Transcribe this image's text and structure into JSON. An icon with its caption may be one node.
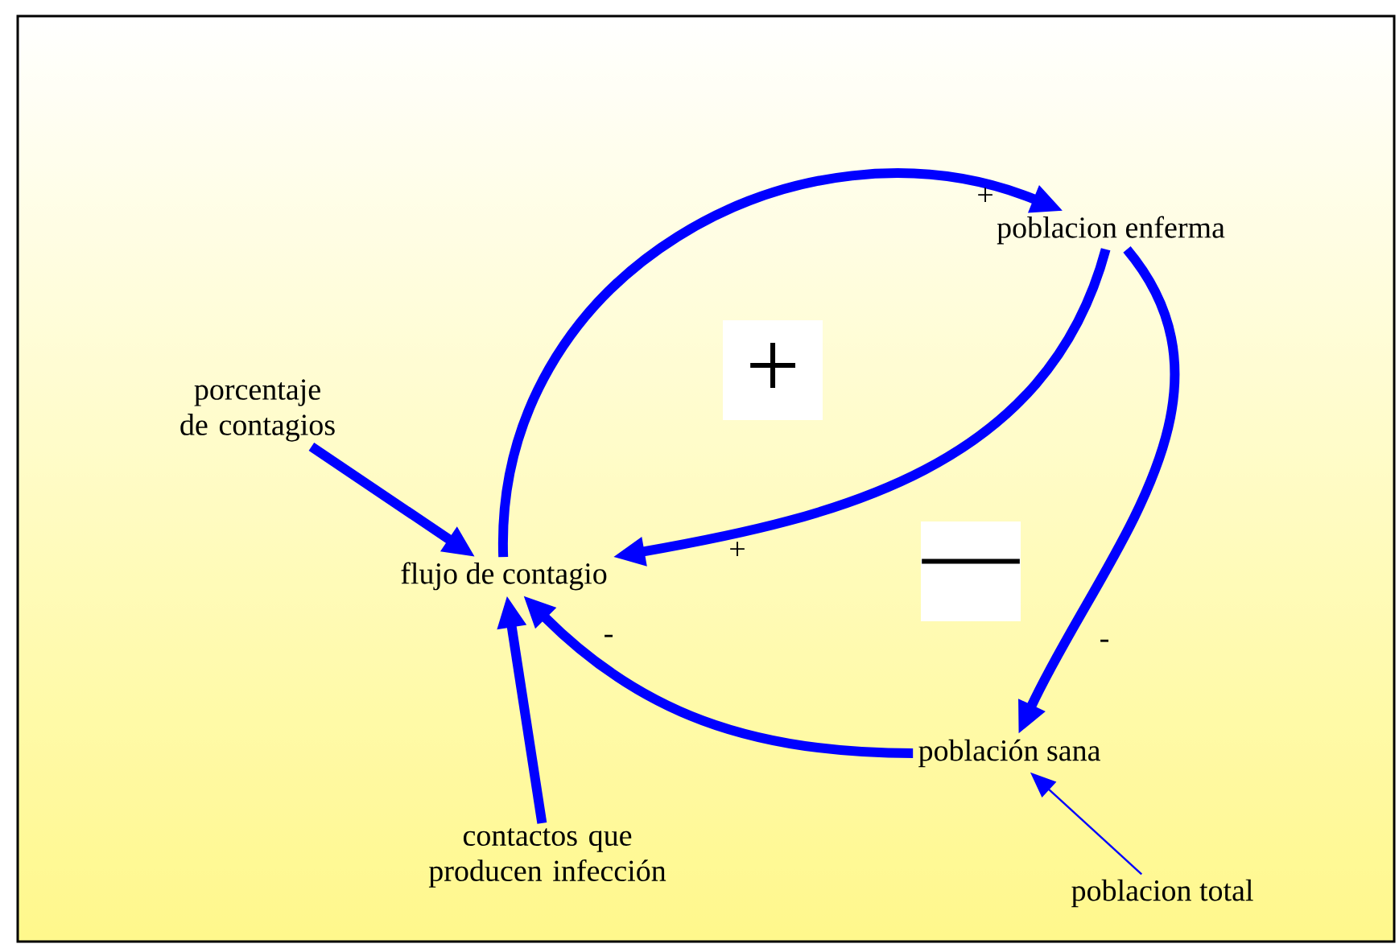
{
  "diagram": {
    "nodes": [
      {
        "text": [
          "flujo de contagio"
        ]
      },
      {
        "text": [
          "poblacion enferma"
        ]
      },
      {
        "text": [
          "población sana"
        ]
      },
      {
        "text": [
          "porcentaje de contagios"
        ]
      },
      {
        "text": [
          "contactos que producen infección"
        ]
      },
      {
        "text": [
          "poblacion total"
        ]
      }
    ],
    "edges": [
      {
        "from": 0,
        "to": 1,
        "arrow": "to",
        "label": "+"
      },
      {
        "from": 1,
        "to": 0,
        "arrow": "to",
        "label": "+"
      },
      {
        "from": 1,
        "to": 2,
        "arrow": "to",
        "label": "-"
      },
      {
        "from": 2,
        "to": 0,
        "arrow": "to",
        "label": "-"
      },
      {
        "from": 3,
        "to": 0,
        "arrow": "to"
      },
      {
        "from": 4,
        "to": 0,
        "arrow": "to"
      },
      {
        "from": 5,
        "to": 2,
        "arrow": "to"
      }
    ],
    "labels": [
      "+",
      "—"
    ]
  }
}
